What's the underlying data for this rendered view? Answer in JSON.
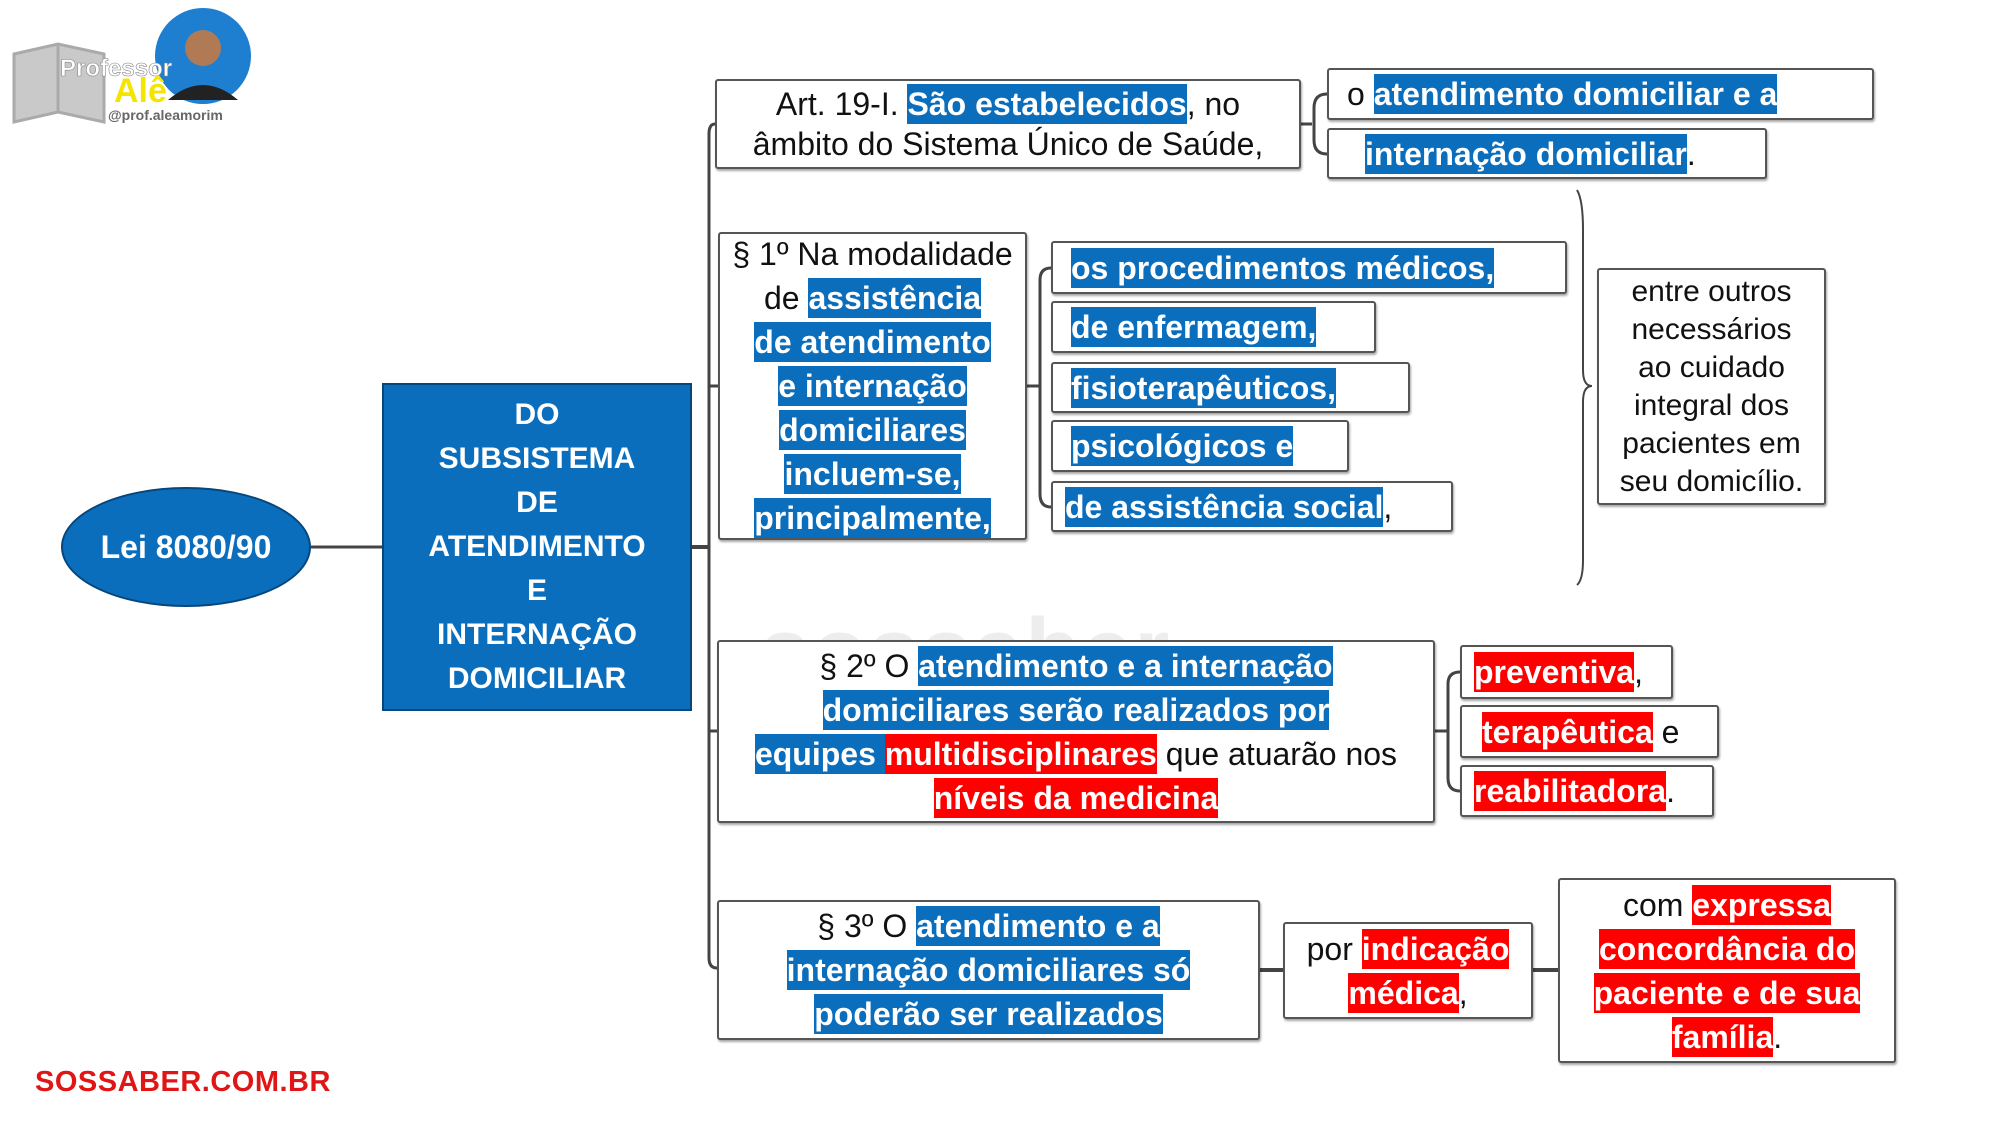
{
  "logo": {
    "line1": "Professor",
    "line2": "Alê",
    "handle": "@prof.aleamorim"
  },
  "watermark": "sossaber",
  "site": "SOSSABER.COM.BR",
  "root": {
    "label": "Lei 8080/90"
  },
  "center": {
    "lines": [
      "DO",
      "SUBSISTEMA",
      "DE",
      "ATENDIMENTO",
      "E",
      "INTERNAÇÃO",
      "DOMICILIAR"
    ]
  },
  "colors": {
    "blue": "#0a6ebd",
    "red": "#ff0000",
    "site": "#e01515"
  },
  "art19": [
    [
      [
        "n",
        "Art. 19-I. "
      ],
      [
        "b",
        "São estabelecidos"
      ],
      [
        "n",
        ", no"
      ]
    ],
    [
      [
        "n",
        "âmbito do Sistema Único de Saúde,"
      ]
    ]
  ],
  "art19_r1": [
    [
      [
        "n",
        "o "
      ],
      [
        "b",
        "atendimento domiciliar e a"
      ]
    ]
  ],
  "art19_r2": [
    [
      [
        "b",
        "internação domiciliar"
      ],
      [
        "n",
        "."
      ]
    ]
  ],
  "p1": [
    [
      [
        "n",
        "§ 1º Na modalidade"
      ]
    ],
    [
      [
        "n",
        "de "
      ],
      [
        "b",
        "assistência"
      ]
    ],
    [
      [
        "b",
        "de atendimento"
      ]
    ],
    [
      [
        "b",
        "e internação"
      ]
    ],
    [
      [
        "b",
        "domiciliares"
      ]
    ],
    [
      [
        "b",
        "incluem-se,"
      ]
    ],
    [
      [
        "b",
        "principalmente,"
      ]
    ]
  ],
  "p1_items": [
    [
      [
        [
          "b",
          "os procedimentos médicos, "
        ]
      ]
    ],
    [
      [
        [
          "b",
          "de enfermagem, "
        ]
      ]
    ],
    [
      [
        [
          "b",
          "fisioterapêuticos, "
        ]
      ]
    ],
    [
      [
        [
          "b",
          "psicológicos e "
        ]
      ]
    ],
    [
      [
        [
          "b",
          "de assistência social"
        ],
        [
          "n",
          ","
        ]
      ]
    ]
  ],
  "p1_tail": [
    [
      [
        "n",
        "entre outros"
      ]
    ],
    [
      [
        "n",
        "necessários"
      ]
    ],
    [
      [
        "n",
        "ao cuidado"
      ]
    ],
    [
      [
        "n",
        "integral dos"
      ]
    ],
    [
      [
        "n",
        "pacientes em"
      ]
    ],
    [
      [
        "n",
        "seu domicílio."
      ]
    ]
  ],
  "p2": [
    [
      [
        "n",
        "§ 2º O "
      ],
      [
        "b",
        "atendimento e a internação"
      ]
    ],
    [
      [
        "b",
        "domiciliares serão realizados por"
      ]
    ],
    [
      [
        "b",
        "equipes "
      ],
      [
        "r",
        "multidisciplinares"
      ],
      [
        "n",
        " que atuarão nos"
      ]
    ],
    [
      [
        "r",
        "níveis da medicina"
      ]
    ]
  ],
  "p2_items": [
    [
      [
        [
          "r",
          "preventiva"
        ],
        [
          "n",
          ","
        ]
      ]
    ],
    [
      [
        [
          "r",
          "terapêutica"
        ],
        [
          "n",
          " e"
        ]
      ]
    ],
    [
      [
        [
          "r",
          "reabilitadora"
        ],
        [
          "n",
          "."
        ]
      ]
    ]
  ],
  "p3": [
    [
      [
        "n",
        "§ 3º O "
      ],
      [
        "b",
        "atendimento e a"
      ]
    ],
    [
      [
        "b",
        "internação domiciliares só"
      ]
    ],
    [
      [
        "b",
        "poderão ser realizados"
      ]
    ]
  ],
  "p3_por": [
    [
      [
        "n",
        "por "
      ],
      [
        "r",
        "indicação"
      ]
    ],
    [
      [
        "r",
        "médica"
      ],
      [
        "n",
        ","
      ]
    ]
  ],
  "p3_com": [
    [
      [
        "n",
        "com "
      ],
      [
        "r",
        "expressa"
      ]
    ],
    [
      [
        "r",
        "concordância do"
      ]
    ],
    [
      [
        "r",
        "paciente e de sua"
      ]
    ],
    [
      [
        "r",
        "família"
      ],
      [
        "n",
        "."
      ]
    ]
  ]
}
